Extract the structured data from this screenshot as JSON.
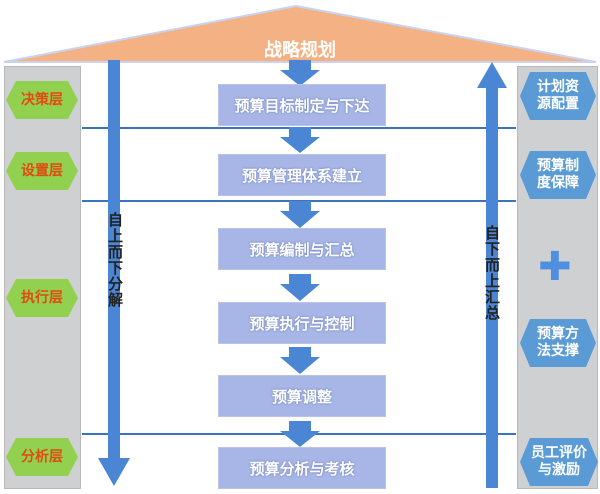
{
  "title": "战略规划",
  "left_layers": [
    "决策层",
    "设置层",
    "执行层",
    "分析层"
  ],
  "steps": [
    "预算目标制定与下达",
    "预算管理体系建立",
    "预算编制与汇总",
    "预算执行与控制",
    "预算调整",
    "预算分析与考核"
  ],
  "left_arrow_label": "自上而下分解",
  "right_arrow_label": "自下而上汇总",
  "right_items": [
    "计划资\n源配置",
    "预算制\n度保障",
    "预算方\n法支撑",
    "员工评价\n与激励"
  ],
  "plus_symbol": "✚",
  "colors": {
    "roof": "#f4b183",
    "roof_stroke": "#c9d3f0",
    "panel": "#cfd0d2",
    "step_box": "#a7b6e6",
    "arrow_blue": "#4a86d4",
    "left_hex": "#92d050",
    "right_hex": "#5b9bd5",
    "left_text": "#e14a12"
  }
}
